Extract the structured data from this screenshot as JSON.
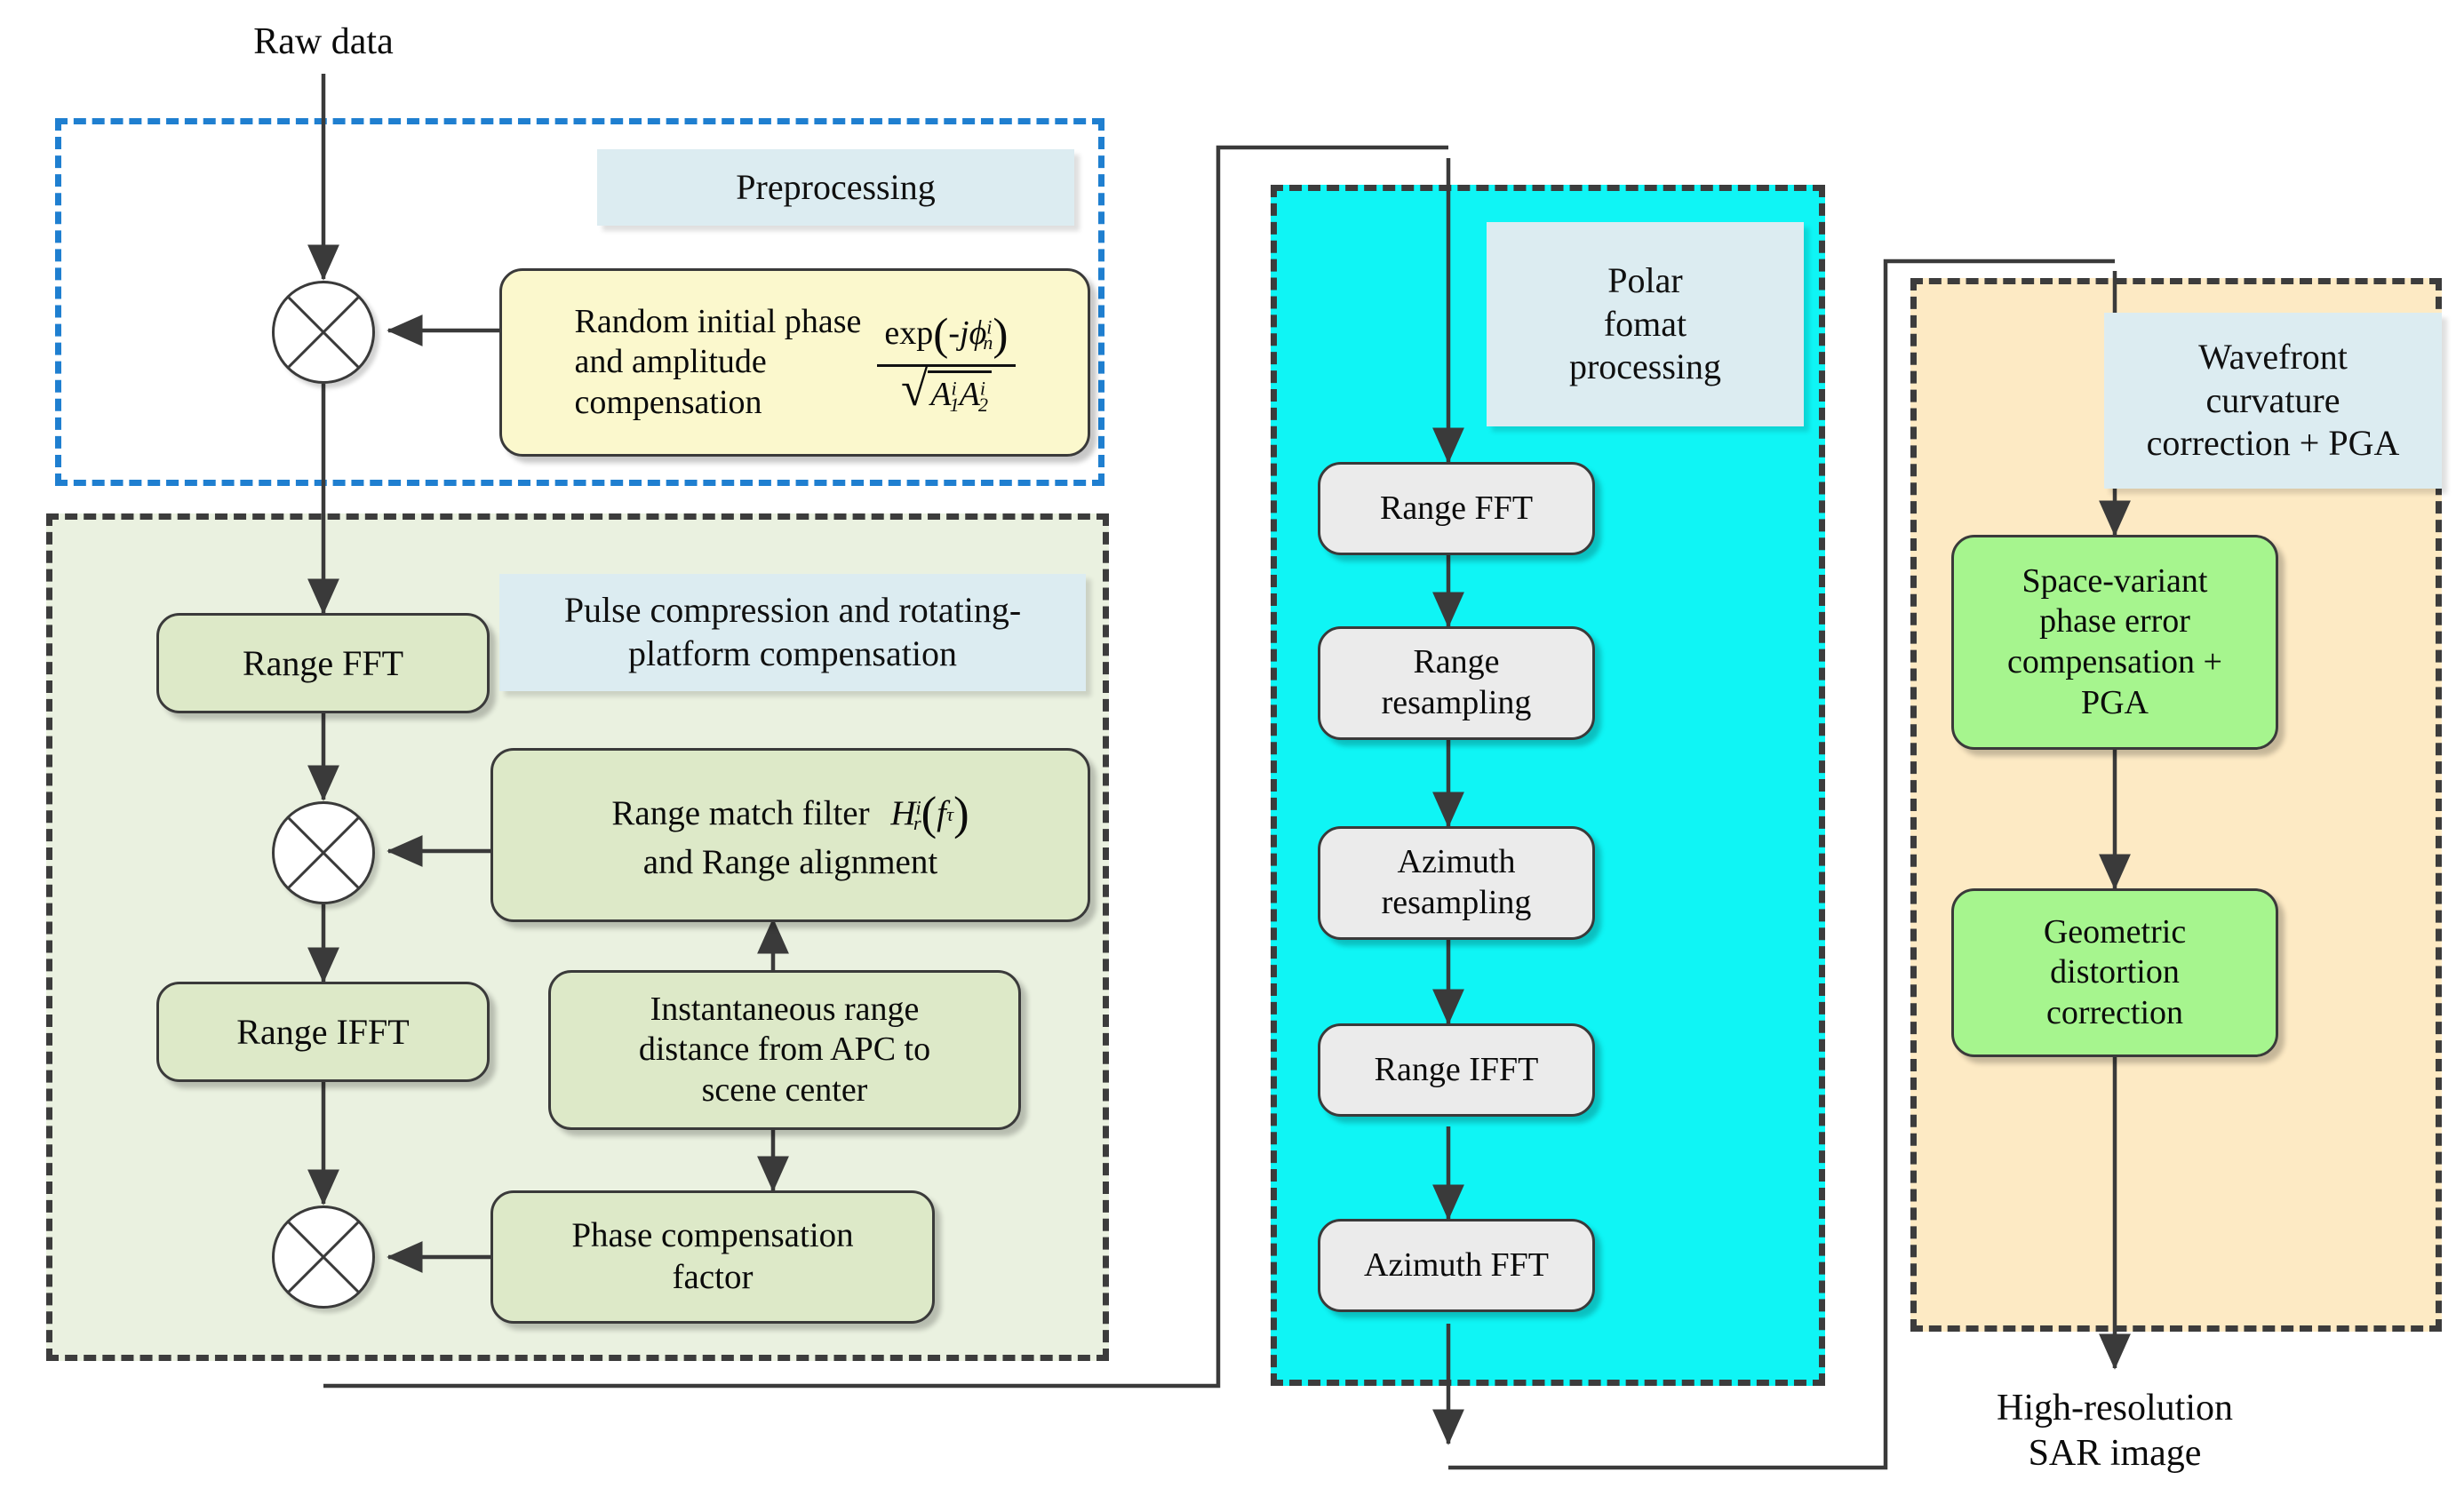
{
  "diagram": {
    "title": "SAR imaging processing flowchart",
    "input_label": "Raw data",
    "output_label": "High-resolution\nSAR image"
  },
  "colors": {
    "preprocessing_border": "#1f7fd0",
    "section_border": "#3c3c3c",
    "pulse_fill": "#eaf1e0",
    "polar_fill": "#0ff5f5",
    "wavefront_fill": "#fdeac4",
    "caption_fill": "#dcecf1",
    "node_yellow": "#fbf8cd",
    "node_green": "#dde9c8",
    "node_grey": "#ebebeb",
    "node_lime": "#a6f58e",
    "wire": "#3a3a3a"
  },
  "sections": {
    "preprocessing": {
      "caption": "Preprocessing",
      "nodes": {
        "random_phase": {
          "text": "Random initial phase\nand amplitude\ncompensation",
          "formula": "exp(-jϕⁿᵢ) / √(A₁ⁱA₂ⁱ)"
        }
      }
    },
    "pulse_compression": {
      "caption": "Pulse compression and rotating-\nplatform compensation",
      "nodes": {
        "range_fft": "Range FFT",
        "range_match_filter": "Range match filter  Hᵣⁱ(fτ)\nand Range alignment",
        "range_ifft": "Range IFFT",
        "instantaneous_range": "Instantaneous range\ndistance from APC to\nscene center",
        "phase_comp_factor": "Phase compensation\nfactor"
      }
    },
    "polar_format": {
      "caption": "Polar\nfomat\nprocessing",
      "nodes": [
        "Range FFT",
        "Range\nresampling",
        "Azimuth\nresampling",
        "Range IFFT",
        "Azimuth FFT"
      ]
    },
    "wavefront": {
      "caption": "Wavefront\ncurvature\ncorrection + PGA",
      "nodes": [
        "Space-variant\nphase error\ncompensation +\nPGA",
        "Geometric\ndistortion\ncorrection"
      ]
    }
  },
  "labels": {
    "preprocessing_caption": "Preprocessing",
    "pulse_caption_l1": "Pulse compression and rotating-",
    "pulse_caption_l2": "platform compensation",
    "polar_caption_l1": "Polar",
    "polar_caption_l2": "fomat",
    "polar_caption_l3": "processing",
    "wave_caption_l1": "Wavefront",
    "wave_caption_l2": "curvature",
    "wave_caption_l3": "correction + PGA",
    "raw_data": "Raw data",
    "high_res_l1": "High-resolution",
    "high_res_l2": "SAR image",
    "random_l1": "Random initial phase",
    "random_l2": "and amplitude",
    "random_l3": "compensation",
    "range_fft_left": "Range FFT",
    "rmf_l1_a": "Range match filter",
    "rmf_l2": "and Range alignment",
    "range_ifft_left": "Range IFFT",
    "inst_l1": "Instantaneous range",
    "inst_l2": "distance from APC to",
    "inst_l3": "scene center",
    "pcf_l1": "Phase compensation",
    "pcf_l2": "factor",
    "polar_n1": "Range FFT",
    "polar_n2_l1": "Range",
    "polar_n2_l2": "resampling",
    "polar_n3_l1": "Azimuth",
    "polar_n3_l2": "resampling",
    "polar_n4": "Range IFFT",
    "polar_n5": "Azimuth FFT",
    "wave_n1_l1": "Space-variant",
    "wave_n1_l2": "phase error",
    "wave_n1_l3": "compensation +",
    "wave_n1_l4": "PGA",
    "wave_n2_l1": "Geometric",
    "wave_n2_l2": "distortion",
    "wave_n2_l3": "correction"
  },
  "formulas": {
    "exp_num": "exp",
    "exp_arg": "-jϕ",
    "phi_sub": "n",
    "phi_sup": "i",
    "sqrt_A1": "A",
    "A1_sub": "1",
    "A1_sup": "i",
    "sqrt_A2": "A",
    "A2_sub": "2",
    "A2_sup": "i",
    "H": "H",
    "H_sub": "r",
    "H_sup": "i",
    "f": "f",
    "f_sub": "τ"
  }
}
